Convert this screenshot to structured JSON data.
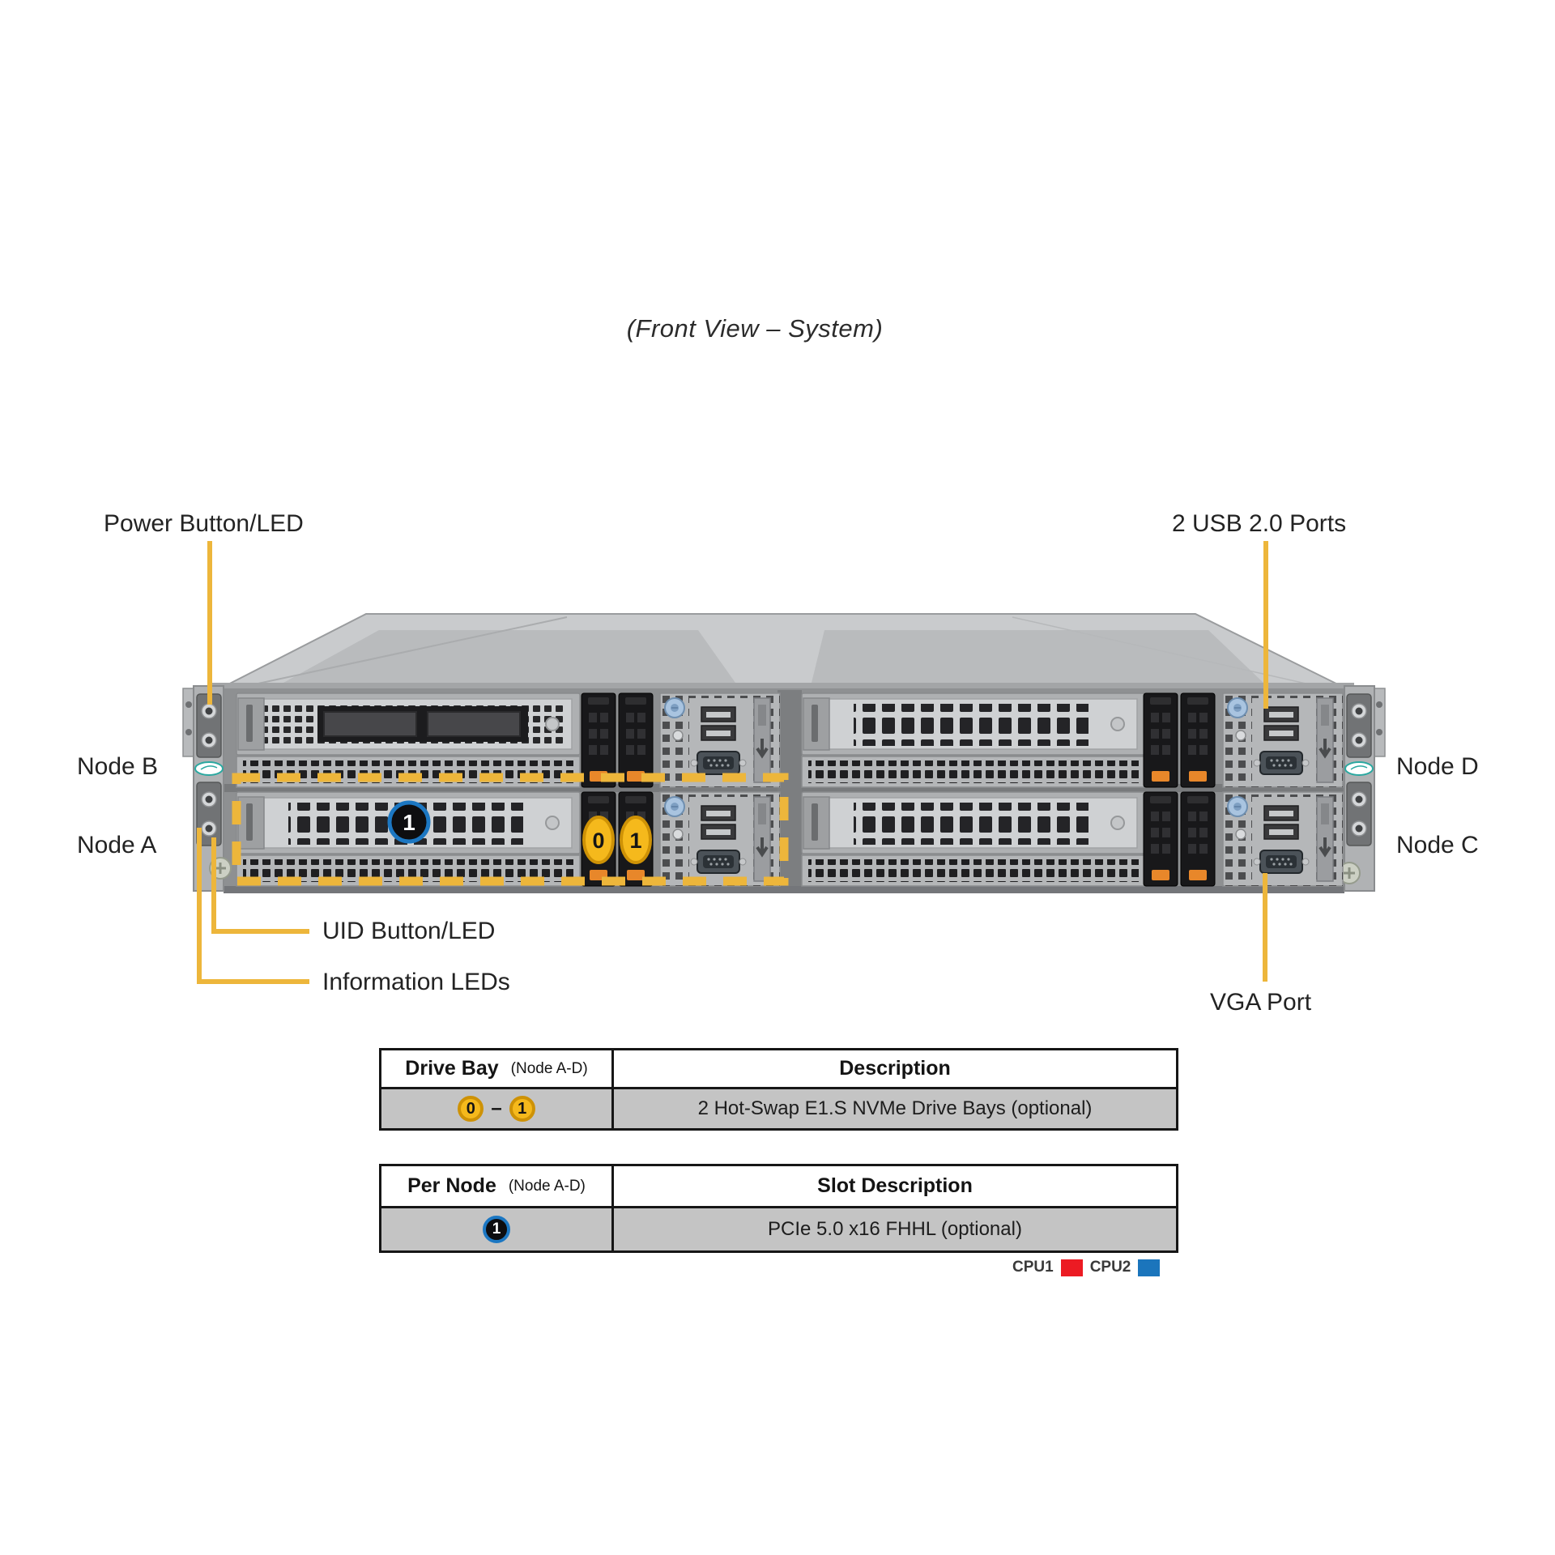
{
  "title": "(Front View – System)",
  "callouts": {
    "power": "Power Button/LED",
    "usb": "2 USB 2.0 Ports",
    "uid": "UID Button/LED",
    "info": "Information LEDs",
    "vga": "VGA Port"
  },
  "nodes": {
    "node_a": "Node A",
    "node_b": "Node B",
    "node_c": "Node C",
    "node_d": "Node D"
  },
  "chassis_badges": {
    "pcie_slot": "1",
    "drive_bay_0": "0",
    "drive_bay_1": "1"
  },
  "tables": {
    "drive_bay": {
      "header_col1_main": "Drive Bay",
      "header_col1_sub": "(Node A-D)",
      "header_col2": "Description",
      "badge_0": "0",
      "dash": "–",
      "badge_1": "1",
      "description": "2 Hot-Swap E1.S NVMe Drive Bays (optional)"
    },
    "per_node": {
      "header_col1_main": "Per Node",
      "header_col1_sub": "(Node A-D)",
      "header_col2": "Slot Description",
      "badge_1": "1",
      "description": "PCIe 5.0 x16 FHHL (optional)"
    }
  },
  "legend": {
    "cpu1_label": "CPU1",
    "cpu1_color": "#EC1B23",
    "cpu2_label": "CPU2",
    "cpu2_color": "#1B75BC"
  },
  "colors": {
    "callout_line": "#EDB63B",
    "highlight_dash": "#EDB63B"
  }
}
